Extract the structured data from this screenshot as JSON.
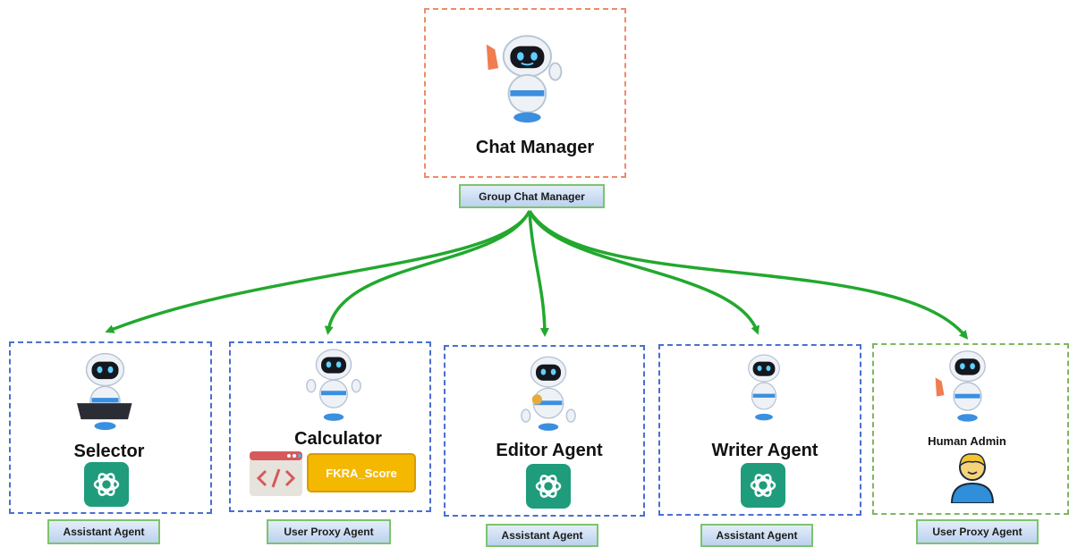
{
  "manager": {
    "title": "Chat Manager",
    "tag": "Group Chat Manager"
  },
  "agents": [
    {
      "title": "Selector",
      "tag": "Assistant Agent"
    },
    {
      "title": "Calculator",
      "tag": "User Proxy Agent",
      "tool_label": "FKRA_Score"
    },
    {
      "title": "Editor Agent",
      "tag": "Assistant Agent"
    },
    {
      "title": "Writer Agent",
      "tag": "Assistant Agent"
    },
    {
      "title": "Human Admin",
      "tag": "User Proxy Agent"
    }
  ],
  "colors": {
    "arrow": "#22a82e",
    "agent_border": "#4a6fd0",
    "manager_border": "#f08a6a",
    "human_border": "#7cb860",
    "gpt": "#1f9c7c",
    "tool": "#f5b800"
  },
  "icons": [
    "robot-icon",
    "chatgpt-icon",
    "code-window-icon",
    "person-icon",
    "megaphone-icon"
  ]
}
